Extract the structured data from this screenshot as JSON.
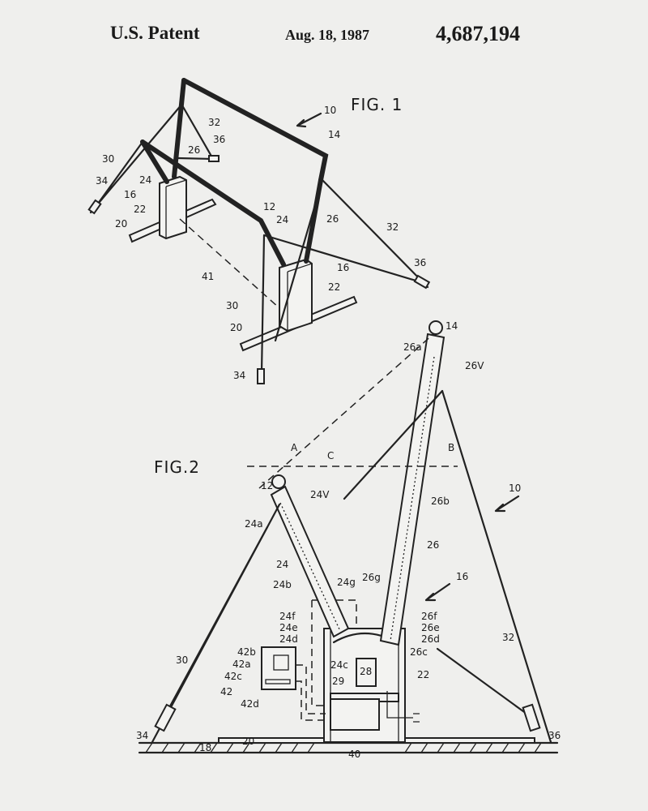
{
  "header": {
    "left": "U.S. Patent",
    "date": "Aug. 18, 1987",
    "number": "4,687,194"
  },
  "fig1": {
    "title": "FIG. 1",
    "labels": [
      "10",
      "14",
      "32",
      "36",
      "26",
      "30",
      "34",
      "24",
      "16",
      "22",
      "20",
      "12",
      "24",
      "26",
      "32",
      "36",
      "16",
      "22",
      "41",
      "30",
      "20",
      "34"
    ]
  },
  "fig2": {
    "title": "FIG.2",
    "labels": [
      "14",
      "26a",
      "26V",
      "A",
      "C",
      "B",
      "12",
      "24V",
      "10",
      "24a",
      "26b",
      "26",
      "24",
      "16",
      "24b",
      "24g",
      "26g",
      "24f",
      "24e",
      "24d",
      "26f",
      "26e",
      "26d",
      "26c",
      "42b",
      "42a",
      "42c",
      "42",
      "42d",
      "24c",
      "28",
      "29",
      "22",
      "30",
      "32",
      "34",
      "36",
      "18",
      "20",
      "40"
    ]
  }
}
